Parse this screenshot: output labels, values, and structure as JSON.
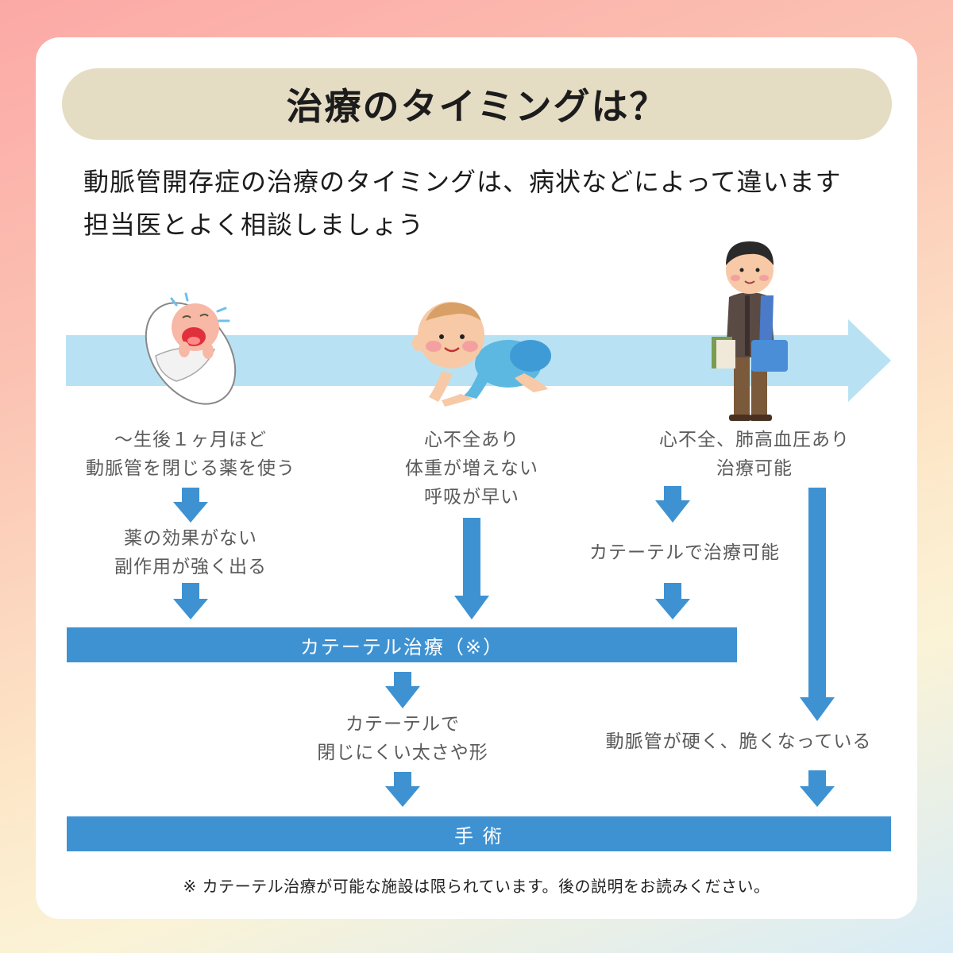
{
  "title": "治療のタイミングは？",
  "intro": {
    "line1": "動脈管開存症の治療のタイミングは、病状などによって違います",
    "line2": "担当医とよく相談しましょう"
  },
  "columns": {
    "newborn": {
      "condition_line1": "～生後１ヶ月ほど",
      "condition_line2": "動脈管を閉じる薬を使う",
      "result_line1": "薬の効果がない",
      "result_line2": "副作用が強く出る"
    },
    "infant": {
      "condition_line1": "心不全あり",
      "condition_line2": "体重が増えない",
      "condition_line3": "呼吸が早い"
    },
    "adult": {
      "condition_line1": "心不全、肺高血圧あり",
      "condition_line2": "治療可能",
      "branch_catheter": "カテーテルで治療可能",
      "branch_hardened": "動脈管が硬く、脆くなっている"
    }
  },
  "catheter_bar": "カテーテル治療（※）",
  "catheter_fail": {
    "line1": "カテーテルで",
    "line2": "閉じにくい太さや形"
  },
  "surgery_bar": "手 術",
  "footnote": "※ カテーテル治療が可能な施設は限られています。後の説明をお読みください。",
  "colors": {
    "timeline": "#b8e2f4",
    "flow_blue": "#3f92d2",
    "title_pill": "#e5dcc4"
  },
  "icons": [
    "crying-newborn-icon",
    "crawling-baby-icon",
    "adult-man-icon"
  ]
}
